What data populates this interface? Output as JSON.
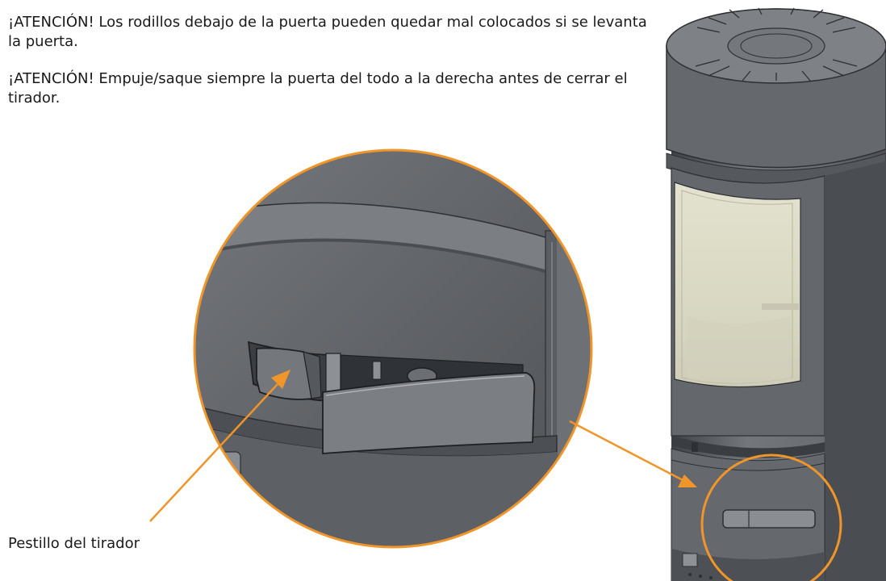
{
  "text": {
    "warning_1": "¡ATENCIÓN! Los rodillos debajo de la puerta pueden quedar mal colocados si se levanta la puerta.",
    "warning_2": "¡ATENCIÓN! Empuje/saque siempre la puerta del todo a la derecha antes de cerrar el tirador.",
    "callout_label": "Pestillo del tirador"
  },
  "colors": {
    "callout": "#f0952a",
    "stove_body": "#6b6e72",
    "stove_dark": "#44474b",
    "glass": "#dddcc8"
  },
  "icons": [
    "stove-illustration",
    "handle-latch-detail",
    "magnifier-circle",
    "callout-arrow"
  ]
}
